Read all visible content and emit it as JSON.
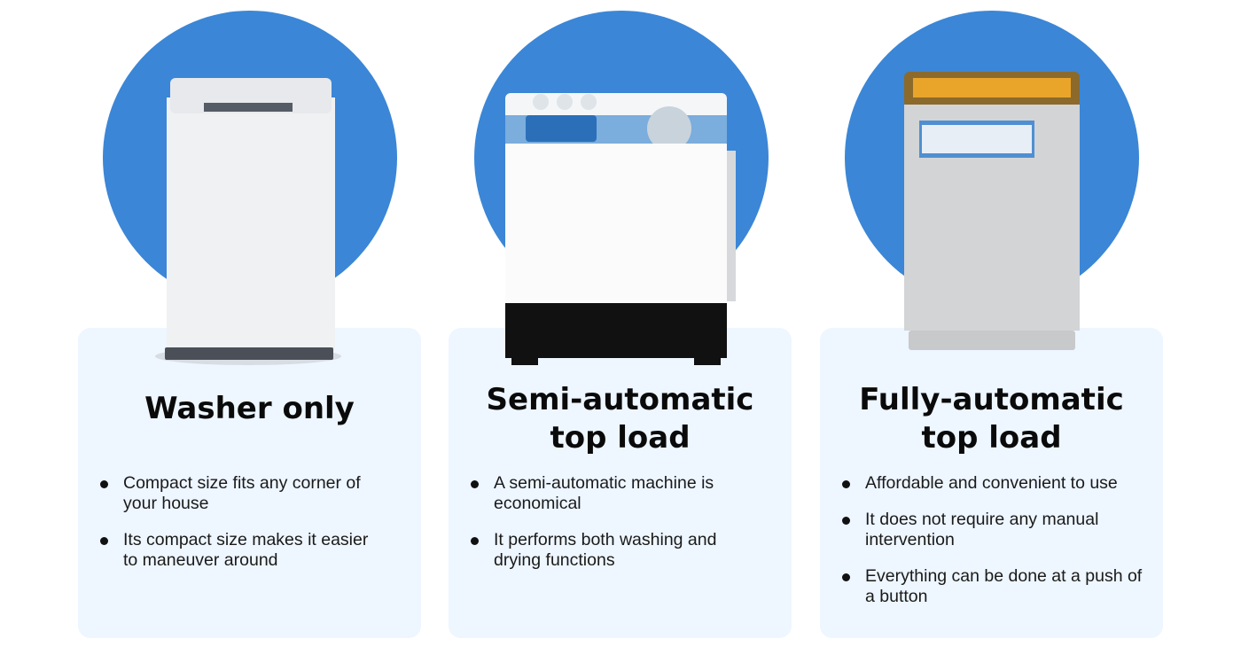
{
  "colors": {
    "circle": "#3b86d6",
    "card": "#eef6ff"
  },
  "cards": [
    {
      "title": "Washer only",
      "bullets": [
        "Compact size fits any corner of your house",
        "Its compact size makes it easier to maneuver around"
      ]
    },
    {
      "title": "Semi-automatic top load",
      "bullets": [
        "A semi-automatic machine is economical",
        "It performs both washing and drying functions"
      ]
    },
    {
      "title": "Fully-automatic top load",
      "bullets": [
        "Affordable and convenient to use",
        "It does not require any manual intervention",
        "Everything can be done at a push of a button"
      ]
    }
  ]
}
